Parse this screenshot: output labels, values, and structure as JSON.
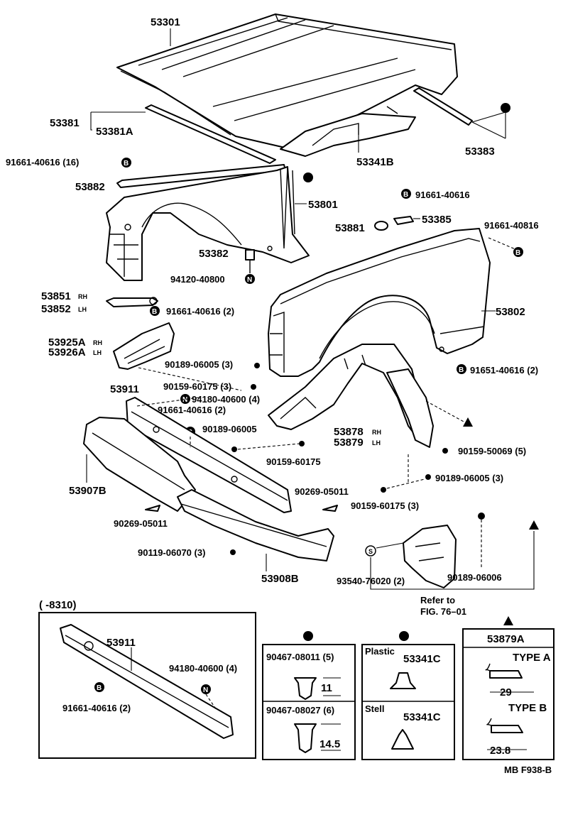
{
  "parts": {
    "hood": "53301",
    "hood_seal": "53381",
    "hood_seal_sub": "53381A",
    "hood_lock_support": "53341B",
    "hood_seal_rear": "53383",
    "clip_16": "91661-40616 (16)",
    "seal_lower": "53882",
    "apron": "53801",
    "clip_right_top": "91661-40616",
    "cushion": "53881",
    "bracket_cushion": "53385",
    "clip_fender_right": "91661-40816",
    "stopper": "53382",
    "nut_94120": "94120-40800",
    "bar_rh": "53851",
    "bar_lh": "53852",
    "bar_suffix_rh": "RH",
    "bar_suffix_lh": "LH",
    "clip_2a": "91661-40616 (2)",
    "fender": "53802",
    "ext_rh": "53925A",
    "ext_lh": "53926A",
    "screw_3a": "90189-06005 (3)",
    "clip_91651": "91651-40616 (2)",
    "bolt_3a": "90159-60175 (3)",
    "reinforcement": "53911",
    "nut_94180": "94180-40600 (4)",
    "clip_2b": "91661-40616 (2)",
    "screw_b": "90189-06005",
    "liner_rh": "53878",
    "liner_lh": "53879",
    "bolt_50069": "90159-50069 (5)",
    "bolt_b": "90159-60175",
    "bumper": "53907B",
    "screw_3b": "90189-06005 (3)",
    "rivet_a": "90269-05011",
    "bolt_3b": "90159-60175 (3)",
    "rivet_b": "90269-05011",
    "screw_06070": "90119-06070 (3)",
    "bumper_lower": "53908B",
    "mudguard": "93540-76020 (2)",
    "screw_06006": "90189-06006",
    "refer_line1": "Refer to",
    "refer_line2": "FIG. 76–01"
  },
  "inset_reinforcement": {
    "header": "(      -8310)",
    "part": "53911",
    "nut": "94180-40600 (4)",
    "clip": "91661-40616 (2)"
  },
  "inset_clips": {
    "clip_a": "90467-08011 (5)",
    "dim_a": "11",
    "clip_b": "90467-08027 (6)",
    "dim_b": "14.5"
  },
  "inset_grommet": {
    "plastic_label": "Plastic",
    "plastic_part": "53341C",
    "steel_label": "Stell",
    "steel_part": "53341C"
  },
  "inset_liner": {
    "part": "53879A",
    "type_a": "TYPE A",
    "dim_a": "29",
    "type_b": "TYPE B",
    "dim_b": "23.8"
  },
  "symbols": {
    "b": "B",
    "n": "N",
    "s": "S"
  },
  "figure_code": "MB F938-B"
}
